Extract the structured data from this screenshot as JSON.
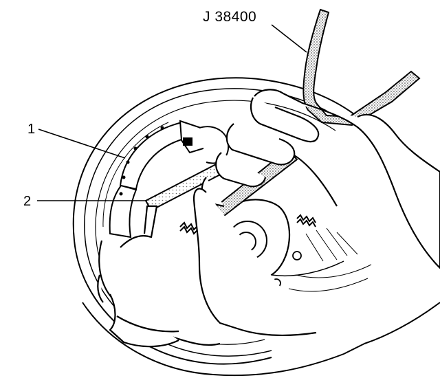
{
  "diagram": {
    "callouts": {
      "tool": "J 38400",
      "item_1": "1",
      "item_2": "2"
    }
  },
  "colors": {
    "ink": "#000000",
    "paper": "#ffffff",
    "stipple": "#6a6a6a"
  }
}
